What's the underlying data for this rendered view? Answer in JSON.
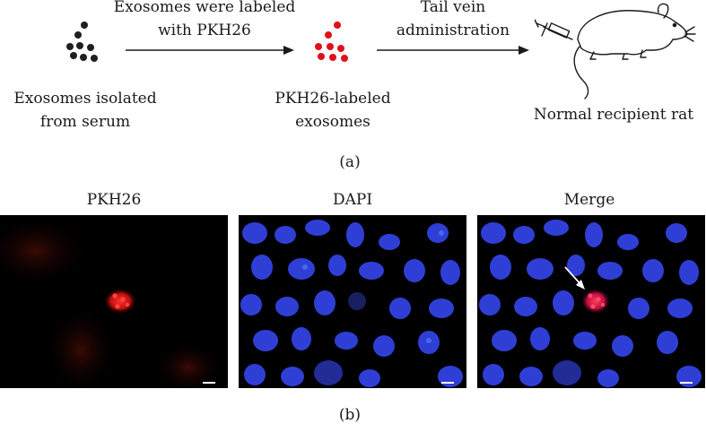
{
  "part_a": {
    "step1_label_line1": "Exosomes were labeled",
    "step1_label_line2": "with PKH26",
    "step2_label_line1": "Tail vein",
    "step2_label_line2": "administration",
    "source_label_line1": "Exosomes isolated",
    "source_label_line2": "from serum",
    "labeled_label_line1": "PKH26-labeled",
    "labeled_label_line2": "exosomes",
    "recipient_label": "Normal recipient rat",
    "panel_letter": "(a)",
    "colors": {
      "unlabeled_exosome": "#1f1f1f",
      "labeled_exosome": "#e0101a"
    }
  },
  "part_b": {
    "panel_letter": "(b)",
    "channels": [
      {
        "title": "PKH26"
      },
      {
        "title": "DAPI"
      },
      {
        "title": "Merge"
      }
    ],
    "colors": {
      "pkh26": "#d81818",
      "dapi": "#2f3fd6",
      "background": "#000000"
    }
  }
}
